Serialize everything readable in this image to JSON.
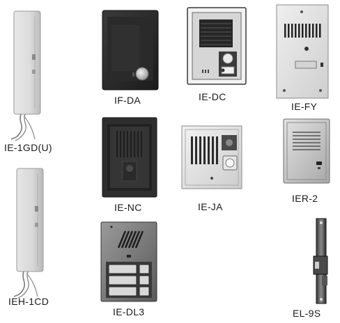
{
  "products": [
    {
      "id": "ie-1gdu",
      "label": "IE-1GD(U)"
    },
    {
      "id": "if-da",
      "label": "IF-DA"
    },
    {
      "id": "ie-dc",
      "label": "IE-DC"
    },
    {
      "id": "ie-fy",
      "label": "IE-FY"
    },
    {
      "id": "ie-nc",
      "label": "IE-NC"
    },
    {
      "id": "ie-ja",
      "label": "IE-JA"
    },
    {
      "id": "ier-2",
      "label": "IER-2"
    },
    {
      "id": "ieh-1cd",
      "label": "IEH-1CD"
    },
    {
      "id": "ie-dl3",
      "label": "IE-DL3"
    },
    {
      "id": "el-9s",
      "label": "EL-9S"
    }
  ],
  "colors": {
    "background": "#ffffff",
    "label_text": "#1a1a1a",
    "housing_light": "#d9d9d9",
    "housing_dark": "#2b2b2b"
  }
}
